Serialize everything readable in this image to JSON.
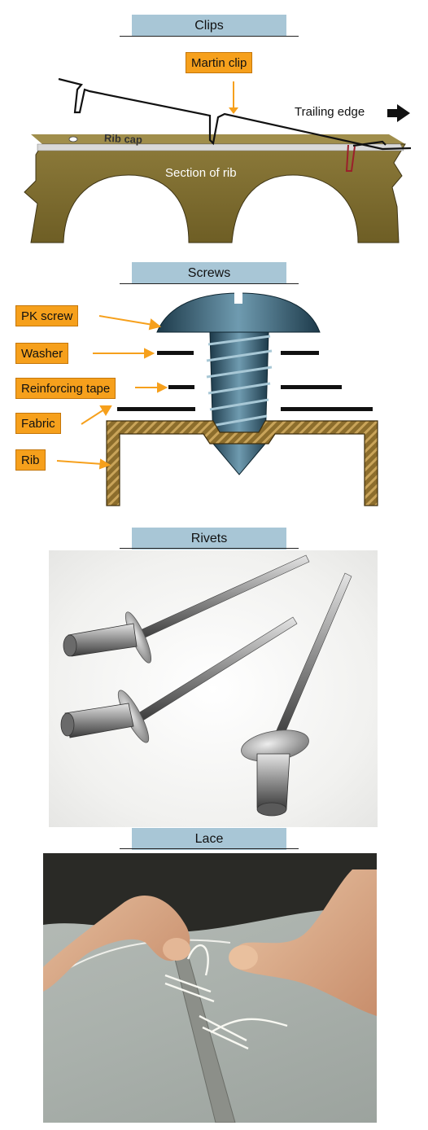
{
  "sections": {
    "clips": {
      "title": "Clips",
      "martin_clip": "Martin clip",
      "trailing_edge": "Trailing edge",
      "rib_cap": "Rib cap",
      "section_of_rib": "Section of rib"
    },
    "screws": {
      "title": "Screws",
      "labels": [
        "PK screw",
        "Washer",
        "Reinforcing tape",
        "Fabric",
        "Rib"
      ]
    },
    "rivets": {
      "title": "Rivets"
    },
    "lace": {
      "title": "Lace"
    }
  },
  "colors": {
    "header_bg": "#a8c6d6",
    "callout_bg": "#f6a01c",
    "rib_wood": "#7a6a2e",
    "screw_blue": "#3f6b7e"
  }
}
